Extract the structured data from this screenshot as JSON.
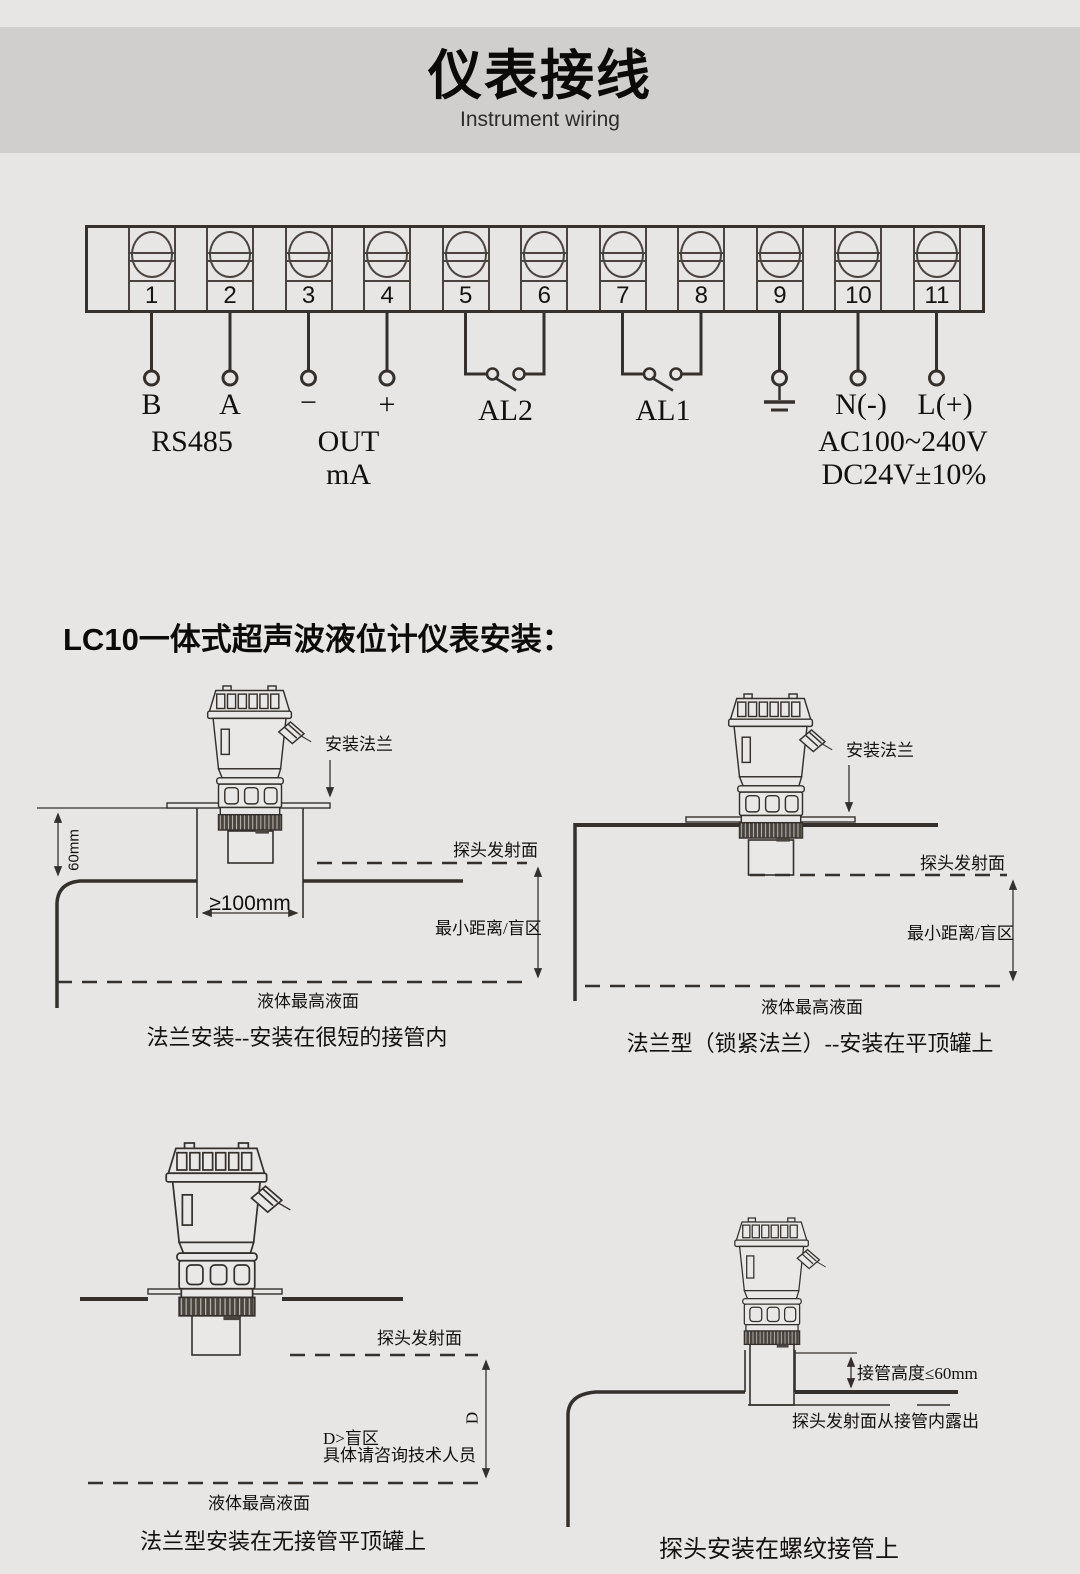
{
  "header": {
    "title": "仪表接线",
    "subtitle": "Instrument wiring"
  },
  "wiring": {
    "terminals": [
      "1",
      "2",
      "3",
      "4",
      "5",
      "6",
      "7",
      "8",
      "9",
      "10",
      "11"
    ],
    "labels": {
      "b": "B",
      "a": "A",
      "minus": "−",
      "plus": "+",
      "al2": "AL2",
      "al1": "AL1",
      "n": "N(-)",
      "l": "L(+)",
      "rs485": "RS485",
      "out": "OUT",
      "ma": "mA",
      "ac": "AC100~240V",
      "dc": "DC24V±10%"
    },
    "ground_icon": "earth-ground-symbol"
  },
  "section_title": "LC10一体式超声波液位计仪表安装：",
  "colors": {
    "page_bg": "#e7e6e5",
    "band_bg": "#d0cfce",
    "line": "#35302c",
    "ink": "#14100e",
    "collar_dark": "#4a443f"
  },
  "diagrams": [
    {
      "caption": "法兰安装--安装在很短的接管内",
      "labels": {
        "flange": "安装法兰",
        "probe_face": "探头发射面",
        "min_distance": "最小距离/盲区",
        "max_liquid": "液体最高液面",
        "nozzle_height": "60mm",
        "nozzle_width": "≥100mm"
      }
    },
    {
      "caption": "法兰型（锁紧法兰）--安装在平顶罐上",
      "labels": {
        "flange": "安装法兰",
        "probe_face": "探头发射面",
        "min_distance": "最小距离/盲区",
        "max_liquid": "液体最高液面"
      }
    },
    {
      "caption": "法兰型安装在无接管平顶罐上",
      "labels": {
        "probe_face": "探头发射面",
        "d": "D",
        "d_note_1": "D>盲区",
        "d_note_2": "具体请咨询技术人员",
        "max_liquid": "液体最高液面"
      }
    },
    {
      "caption": "探头安装在螺纹接管上",
      "labels": {
        "nozzle_height": "接管高度≤60mm",
        "probe_note": "探头发射面从接管内露出"
      }
    }
  ]
}
